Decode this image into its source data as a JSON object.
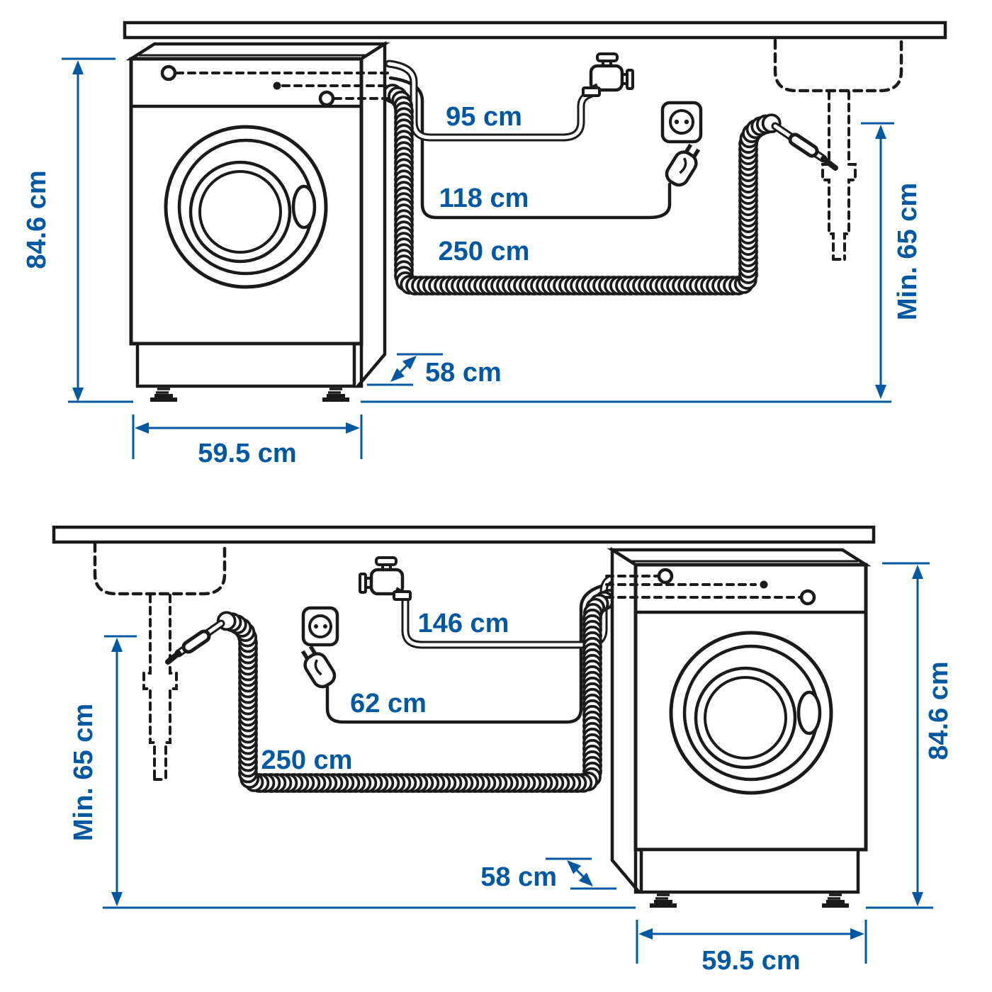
{
  "colors": {
    "accent": "#0058a3",
    "ink": "#1a1a1a"
  },
  "diagrams": {
    "top": {
      "height": "84.6 cm",
      "supply_hose": "95 cm",
      "power_cord": "118 cm",
      "drain_hose": "250 cm",
      "depth": "58 cm",
      "width": "59.5 cm",
      "min_drain_height": "Min. 65 cm"
    },
    "bottom": {
      "height": "84.6 cm",
      "supply_hose": "146 cm",
      "power_cord": "62 cm",
      "drain_hose": "250 cm",
      "depth": "58 cm",
      "width": "59.5 cm",
      "min_drain_height": "Min. 65 cm"
    }
  }
}
